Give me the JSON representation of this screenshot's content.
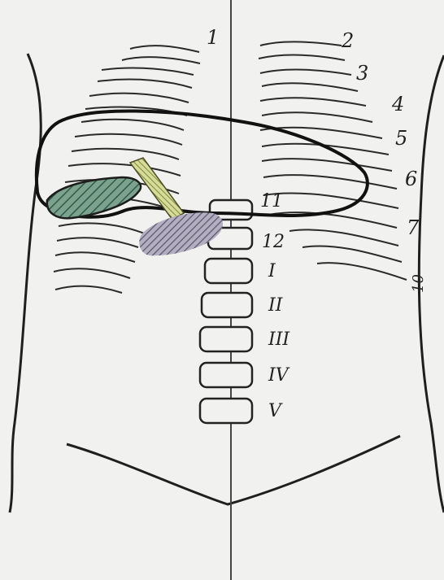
{
  "diagram": {
    "rib_labels_right": [
      "2",
      "3",
      "4",
      "5",
      "6",
      "7",
      "10"
    ],
    "rib_label_top_left": "1",
    "spine_labels": [
      "11",
      "12",
      "I",
      "II",
      "III",
      "IV",
      "V"
    ],
    "colors": {
      "ink": "#1f1f1f",
      "liver_outline": "#111111",
      "gallbladder": "#3f6b5a",
      "duct": "#b9c070",
      "duodenum_hatch": "#5d5670",
      "paper": "#f1f1ef"
    }
  }
}
